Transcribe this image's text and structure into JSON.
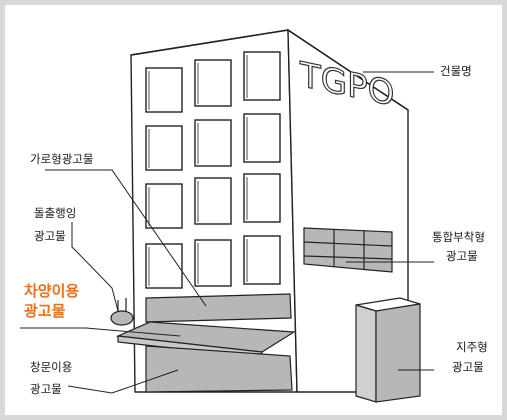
{
  "sign": "TGPO",
  "labels": {
    "building_name": "건물명",
    "street_ad": "가로형광고물",
    "protruding_1": "돌출행잉",
    "protruding_2": "광고물",
    "vehicle_1": "차양이용",
    "vehicle_2": "광고물",
    "integrated_1": "통합부착형",
    "integrated_2": "광고물",
    "pillar_1": "지주형",
    "pillar_2": "광고물",
    "window_1": "창문이용",
    "window_2": "광고물"
  },
  "colors": {
    "highlight": "#e8701a",
    "panel": "#b7b7b7",
    "frame": "#d8d8d8"
  }
}
